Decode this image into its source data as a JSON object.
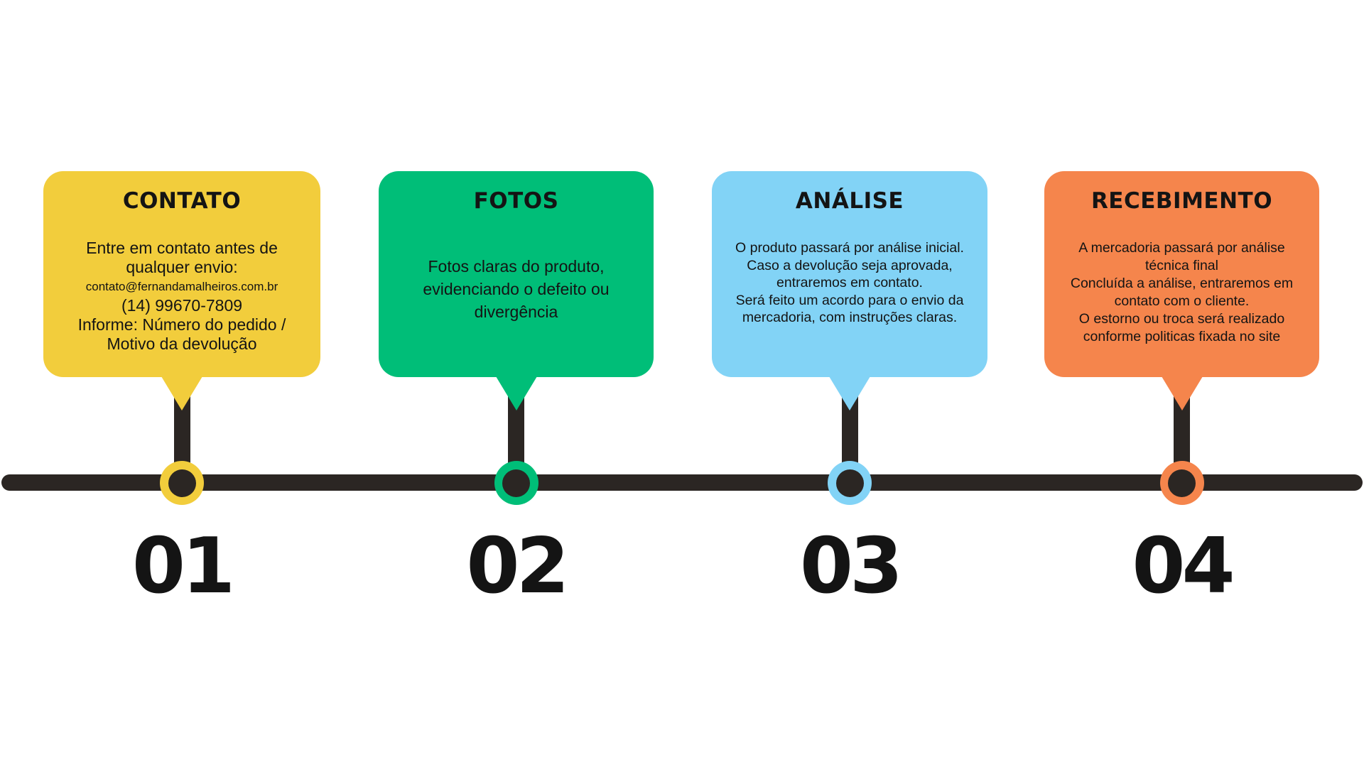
{
  "page": {
    "background": "#FFFFFF",
    "ink": "#141414"
  },
  "timeline": {
    "line_color": "#2B2623"
  },
  "steps": [
    {
      "number": "01",
      "title": "CONTATO",
      "color": "#F2CD3C",
      "lines": [
        "Entre em contato antes de",
        "qualquer envio:",
        "contato@fernandamalheiros.com.br",
        "(14) 99670-7809",
        "Informe: Número do pedido /",
        "Motivo da devolução"
      ]
    },
    {
      "number": "02",
      "title": "FOTOS",
      "color": "#00BE78",
      "lines": [
        "Fotos claras do produto,",
        "evidenciando o defeito ou",
        "divergência"
      ]
    },
    {
      "number": "03",
      "title": "ANÁLISE",
      "color": "#82D3F6",
      "lines": [
        "O produto passará por análise inicial.",
        "Caso a devolução seja aprovada,",
        "entraremos em contato.",
        "Será feito um acordo para o envio da",
        "mercadoria, com instruções claras."
      ]
    },
    {
      "number": "04",
      "title": "RECEBIMENTO",
      "color": "#F5854C",
      "lines": [
        "A mercadoria passará por análise",
        "técnica final",
        "Concluída a análise, entraremos em",
        "contato com o cliente.",
        "O estorno ou troca será realizado",
        "conforme politicas fixada no site"
      ]
    }
  ]
}
